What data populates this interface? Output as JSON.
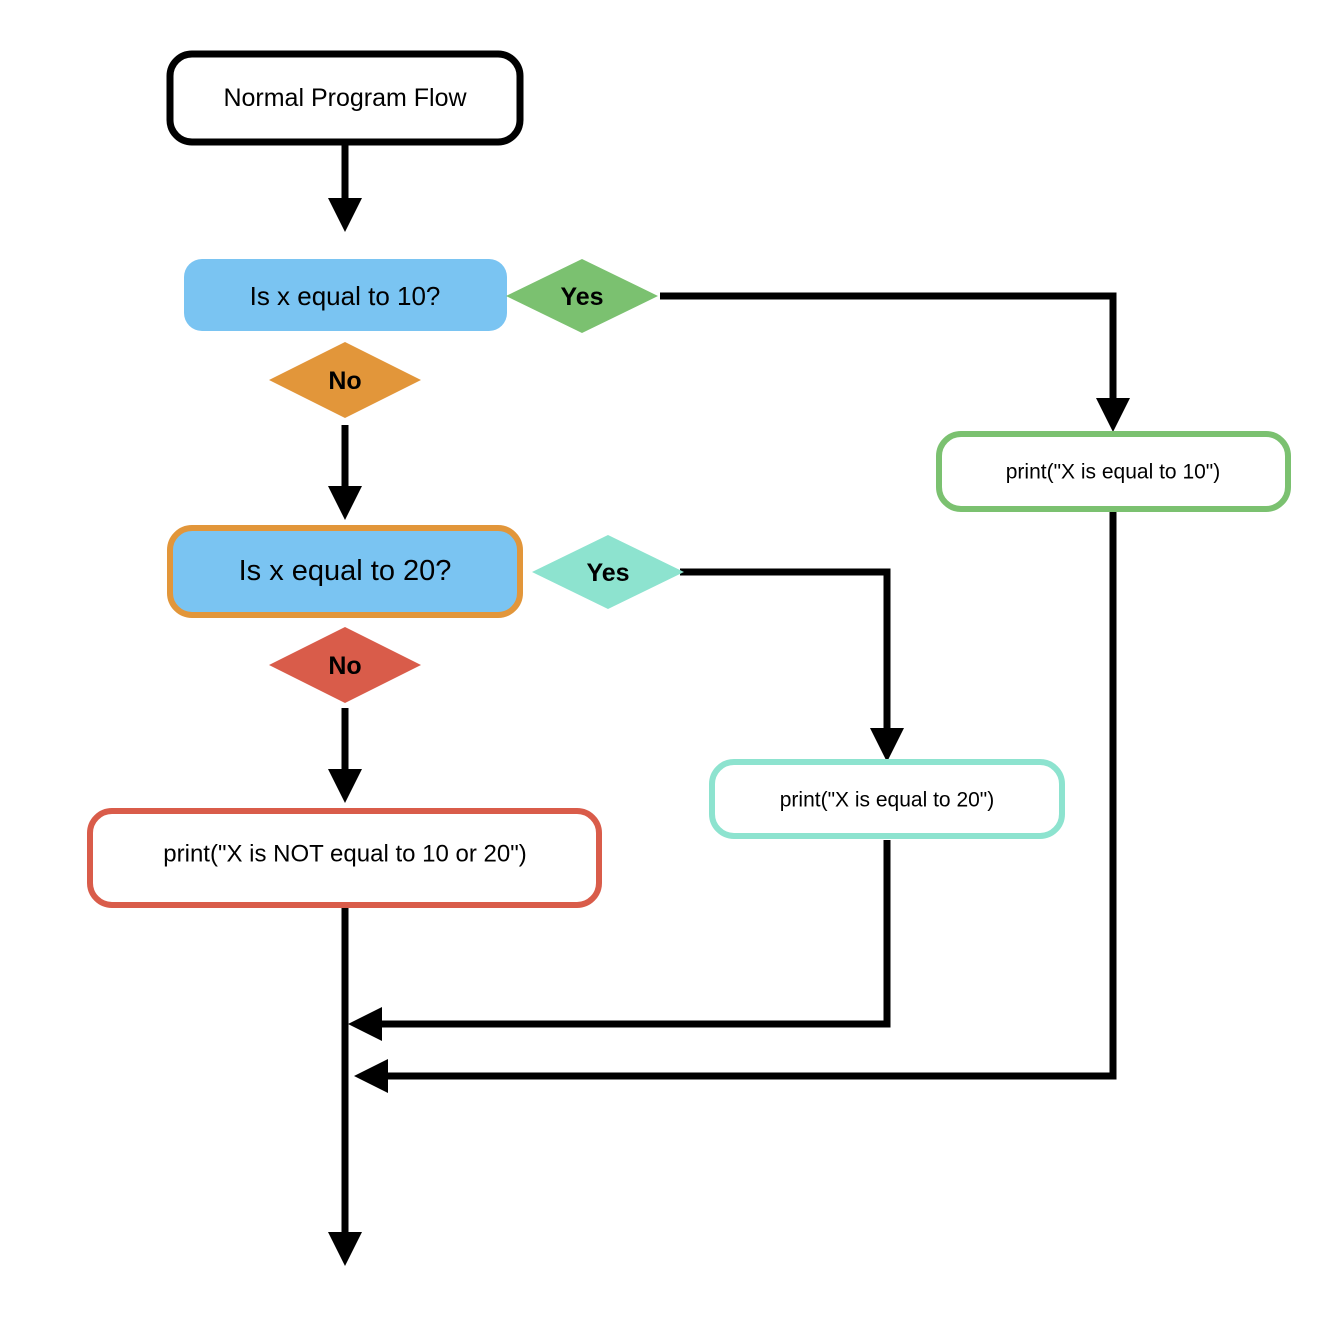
{
  "nodes": {
    "start": {
      "label": "Normal Program Flow"
    },
    "decision_10": {
      "label": "Is x equal to 10?"
    },
    "decision_20": {
      "label": "Is x equal to 20?"
    },
    "yes_10": {
      "label": "Yes"
    },
    "no_10": {
      "label": "No"
    },
    "yes_20": {
      "label": "Yes"
    },
    "no_20": {
      "label": "No"
    },
    "print_10": {
      "label": "print(\"X is equal to 10\")"
    },
    "print_20": {
      "label": "print(\"X is equal to 20\")"
    },
    "print_else": {
      "label": "print(\"X is NOT equal to 10 or 20\")"
    }
  },
  "colors": {
    "line": "#000000",
    "decision_fill": "#7ac4f2",
    "green": "#7bc170",
    "orange": "#e2963a",
    "teal": "#8de3cf",
    "red": "#d95c4a",
    "white": "#ffffff"
  }
}
